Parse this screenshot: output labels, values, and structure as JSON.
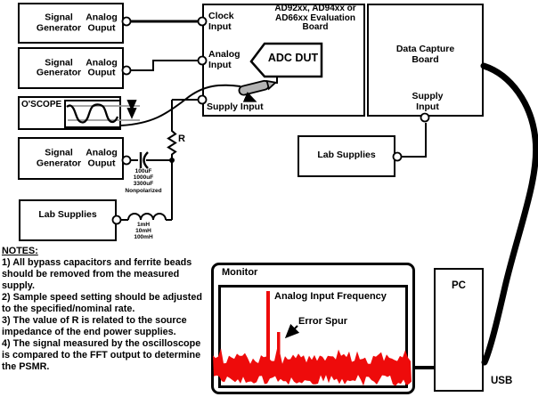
{
  "colors": {
    "ink": "#000000",
    "fft_red": "#ee0b0b",
    "probe_gray": "#b3b3b3",
    "scope_ref_gray": "#999999"
  },
  "signal_generator": {
    "title": "Signal\nGenerator",
    "output_label": "Analog\nOuput"
  },
  "oscilloscope": {
    "label": "O'SCOPE"
  },
  "lab_supplies_left": {
    "label": "Lab Supplies"
  },
  "lab_supplies_right": {
    "label": "Lab Supplies"
  },
  "eval_board": {
    "title": "AD92xx, AD94xx or\nAD66xx Evaluation\nBoard",
    "clock_port": "Clock\nInput",
    "analog_port": "Analog\nInput",
    "supply_port": "Supply Input",
    "adc_dut": "ADC DUT"
  },
  "data_capture_board": {
    "title": "Data Capture\nBoard",
    "supply_port": "Supply\nInput"
  },
  "pc": {
    "label": "PC"
  },
  "usb_label": "USB",
  "resistor": {
    "label": "R"
  },
  "capacitor": {
    "values": [
      "100uF",
      "1000uF",
      "3300uF"
    ],
    "note": "Nonpolarized"
  },
  "inductor": {
    "values": [
      "1mH",
      "10mH",
      "100mH"
    ]
  },
  "monitor": {
    "label": "Monitor",
    "peak_annotation": "Analog Input Frequency",
    "spur_annotation": "Error Spur"
  },
  "notes": {
    "heading": "NOTES:",
    "items": [
      "1)  All bypass capacitors and ferrite beads\nshould be removed from the measured\nsupply.",
      "2)  Sample speed setting should be adjusted\nto the specified/nominal rate.",
      "3)  The value of R is related to the source\nimpedance of the end power supplies.",
      "4)  The signal measured by the oscilloscope\nis compared to the FFT output to determine\nthe PSMR."
    ]
  }
}
